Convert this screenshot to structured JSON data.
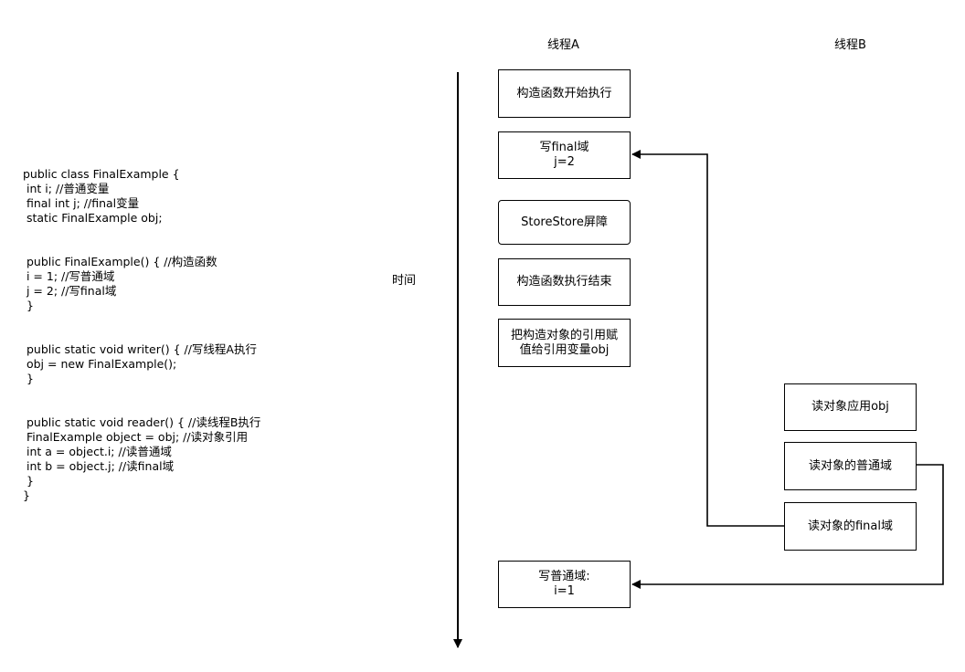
{
  "code": {
    "lines": [
      "public class FinalExample {",
      " int i; //普通变量",
      " final int j; //final变量",
      " static FinalExample obj;",
      "",
      "",
      " public FinalExample() { //构造函数",
      " i = 1; //写普通域",
      " j = 2; //写final域",
      " }",
      "",
      "",
      " public static void writer() { //写线程A执行",
      " obj = new FinalExample();",
      " }",
      "",
      "",
      " public static void reader() { //读线程B执行",
      " FinalExample object = obj; //读对象引用",
      " int a = object.i; //读普通域",
      " int b = object.j; //读final域",
      " }",
      "}"
    ]
  },
  "timeline": {
    "label": "时间"
  },
  "headers": {
    "thread_a": "线程A",
    "thread_b": "线程B"
  },
  "thread_a_steps": {
    "constructor_start": [
      "构造函数开始执行"
    ],
    "write_final": [
      "写final域",
      "j=2"
    ],
    "storestore_barrier": [
      "StoreStore屏障"
    ],
    "constructor_end": [
      "构造函数执行结束"
    ],
    "assign_reference": [
      "把构造对象的引用赋",
      "值给引用变量obj"
    ],
    "write_normal": [
      "写普通域:",
      "i=1"
    ]
  },
  "thread_b_steps": {
    "read_reference": [
      "读对象应用obj"
    ],
    "read_normal": [
      "读对象的普通域"
    ],
    "read_final": [
      "读对象的final域"
    ]
  }
}
